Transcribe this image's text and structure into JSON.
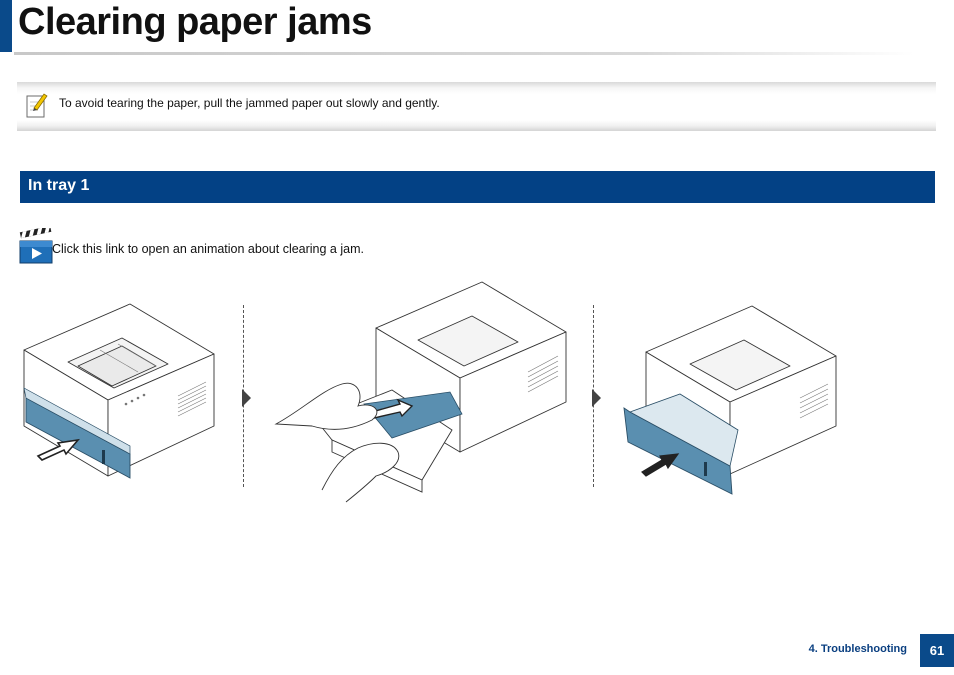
{
  "page": {
    "title": "Clearing paper jams",
    "note": {
      "icon": "pencil-note-icon",
      "text": "To avoid tearing the paper, pull the jammed paper out slowly and gently."
    },
    "section": {
      "title": "In tray 1"
    },
    "animation_link": {
      "icon": "clapperboard-play-icon",
      "text": "Click this link to open an animation about clearing a jam."
    },
    "steps": [
      {
        "name": "pull-out-tray"
      },
      {
        "name": "remove-jammed-paper"
      },
      {
        "name": "insert-tray"
      }
    ],
    "footer": {
      "chapter": "4.  Troubleshooting",
      "page_number": "61"
    }
  },
  "colors": {
    "brand_blue": "#034185",
    "tray_blue": "#5a8fb0"
  }
}
